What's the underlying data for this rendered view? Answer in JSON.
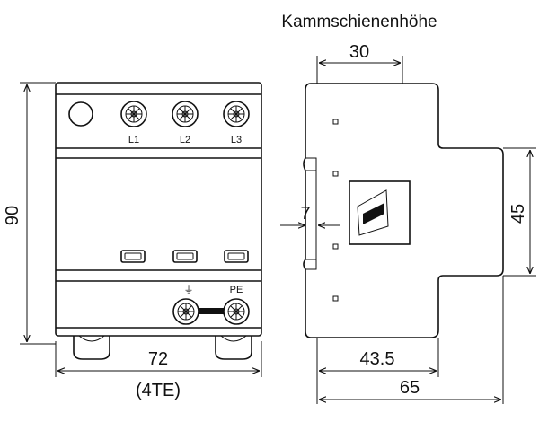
{
  "header": {
    "title": "Kammschienenhöhe"
  },
  "front_view": {
    "terminals_top": [
      "L1",
      "L2",
      "L3"
    ],
    "terminals_bottom": [
      "⏚",
      "PE"
    ]
  },
  "dimensions": {
    "height": "90",
    "width": "72",
    "width_units": "(4TE)",
    "rail_height": "30",
    "offset": "7",
    "depth_inner": "43.5",
    "depth_total": "65",
    "front_height": "45"
  }
}
